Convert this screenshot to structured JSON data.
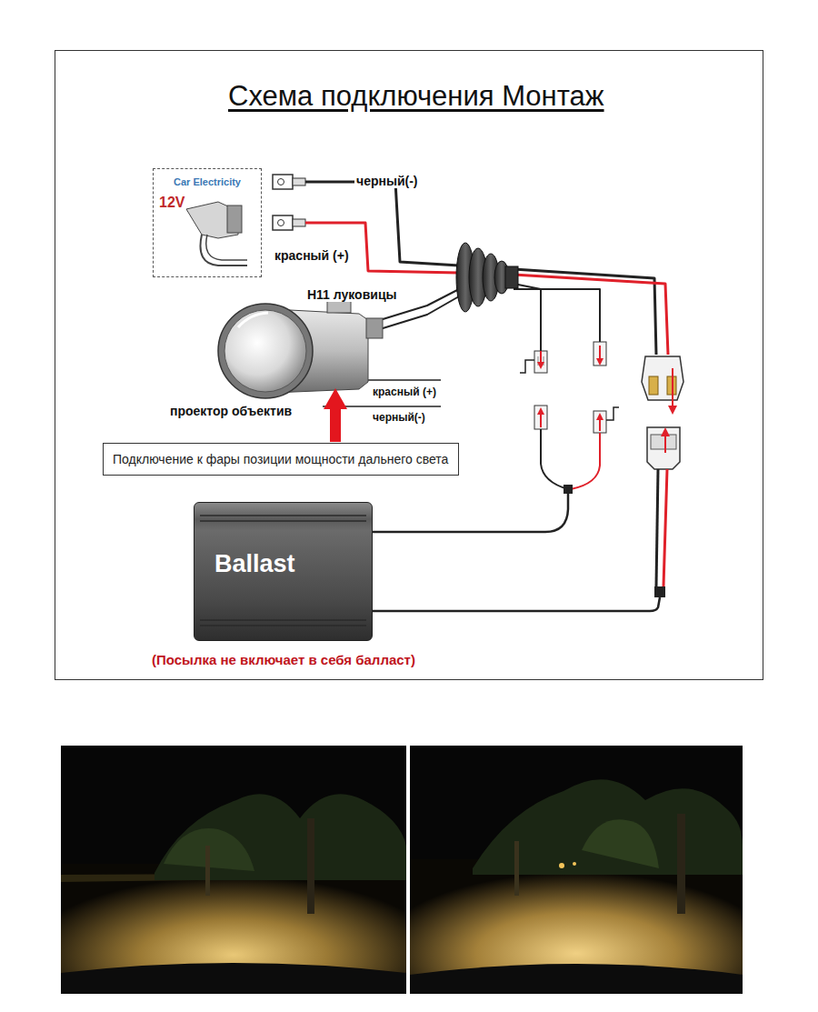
{
  "diagram": {
    "title": "Схема подключения Монтаж",
    "nodes": [
      {
        "text": [
          "Car Electricity",
          "12V"
        ]
      },
      {
        "text": [
          "Подключение к фары позиции мощности дальнего света"
        ]
      },
      {
        "text": [
          "Ballast"
        ]
      }
    ],
    "labels": [
      "черный(-)",
      "красный (+)",
      "H11 луковицы",
      "красный (+)",
      "черный(-)",
      "проектор объектив",
      "(Посылка не включает в себя балласт)"
    ]
  }
}
